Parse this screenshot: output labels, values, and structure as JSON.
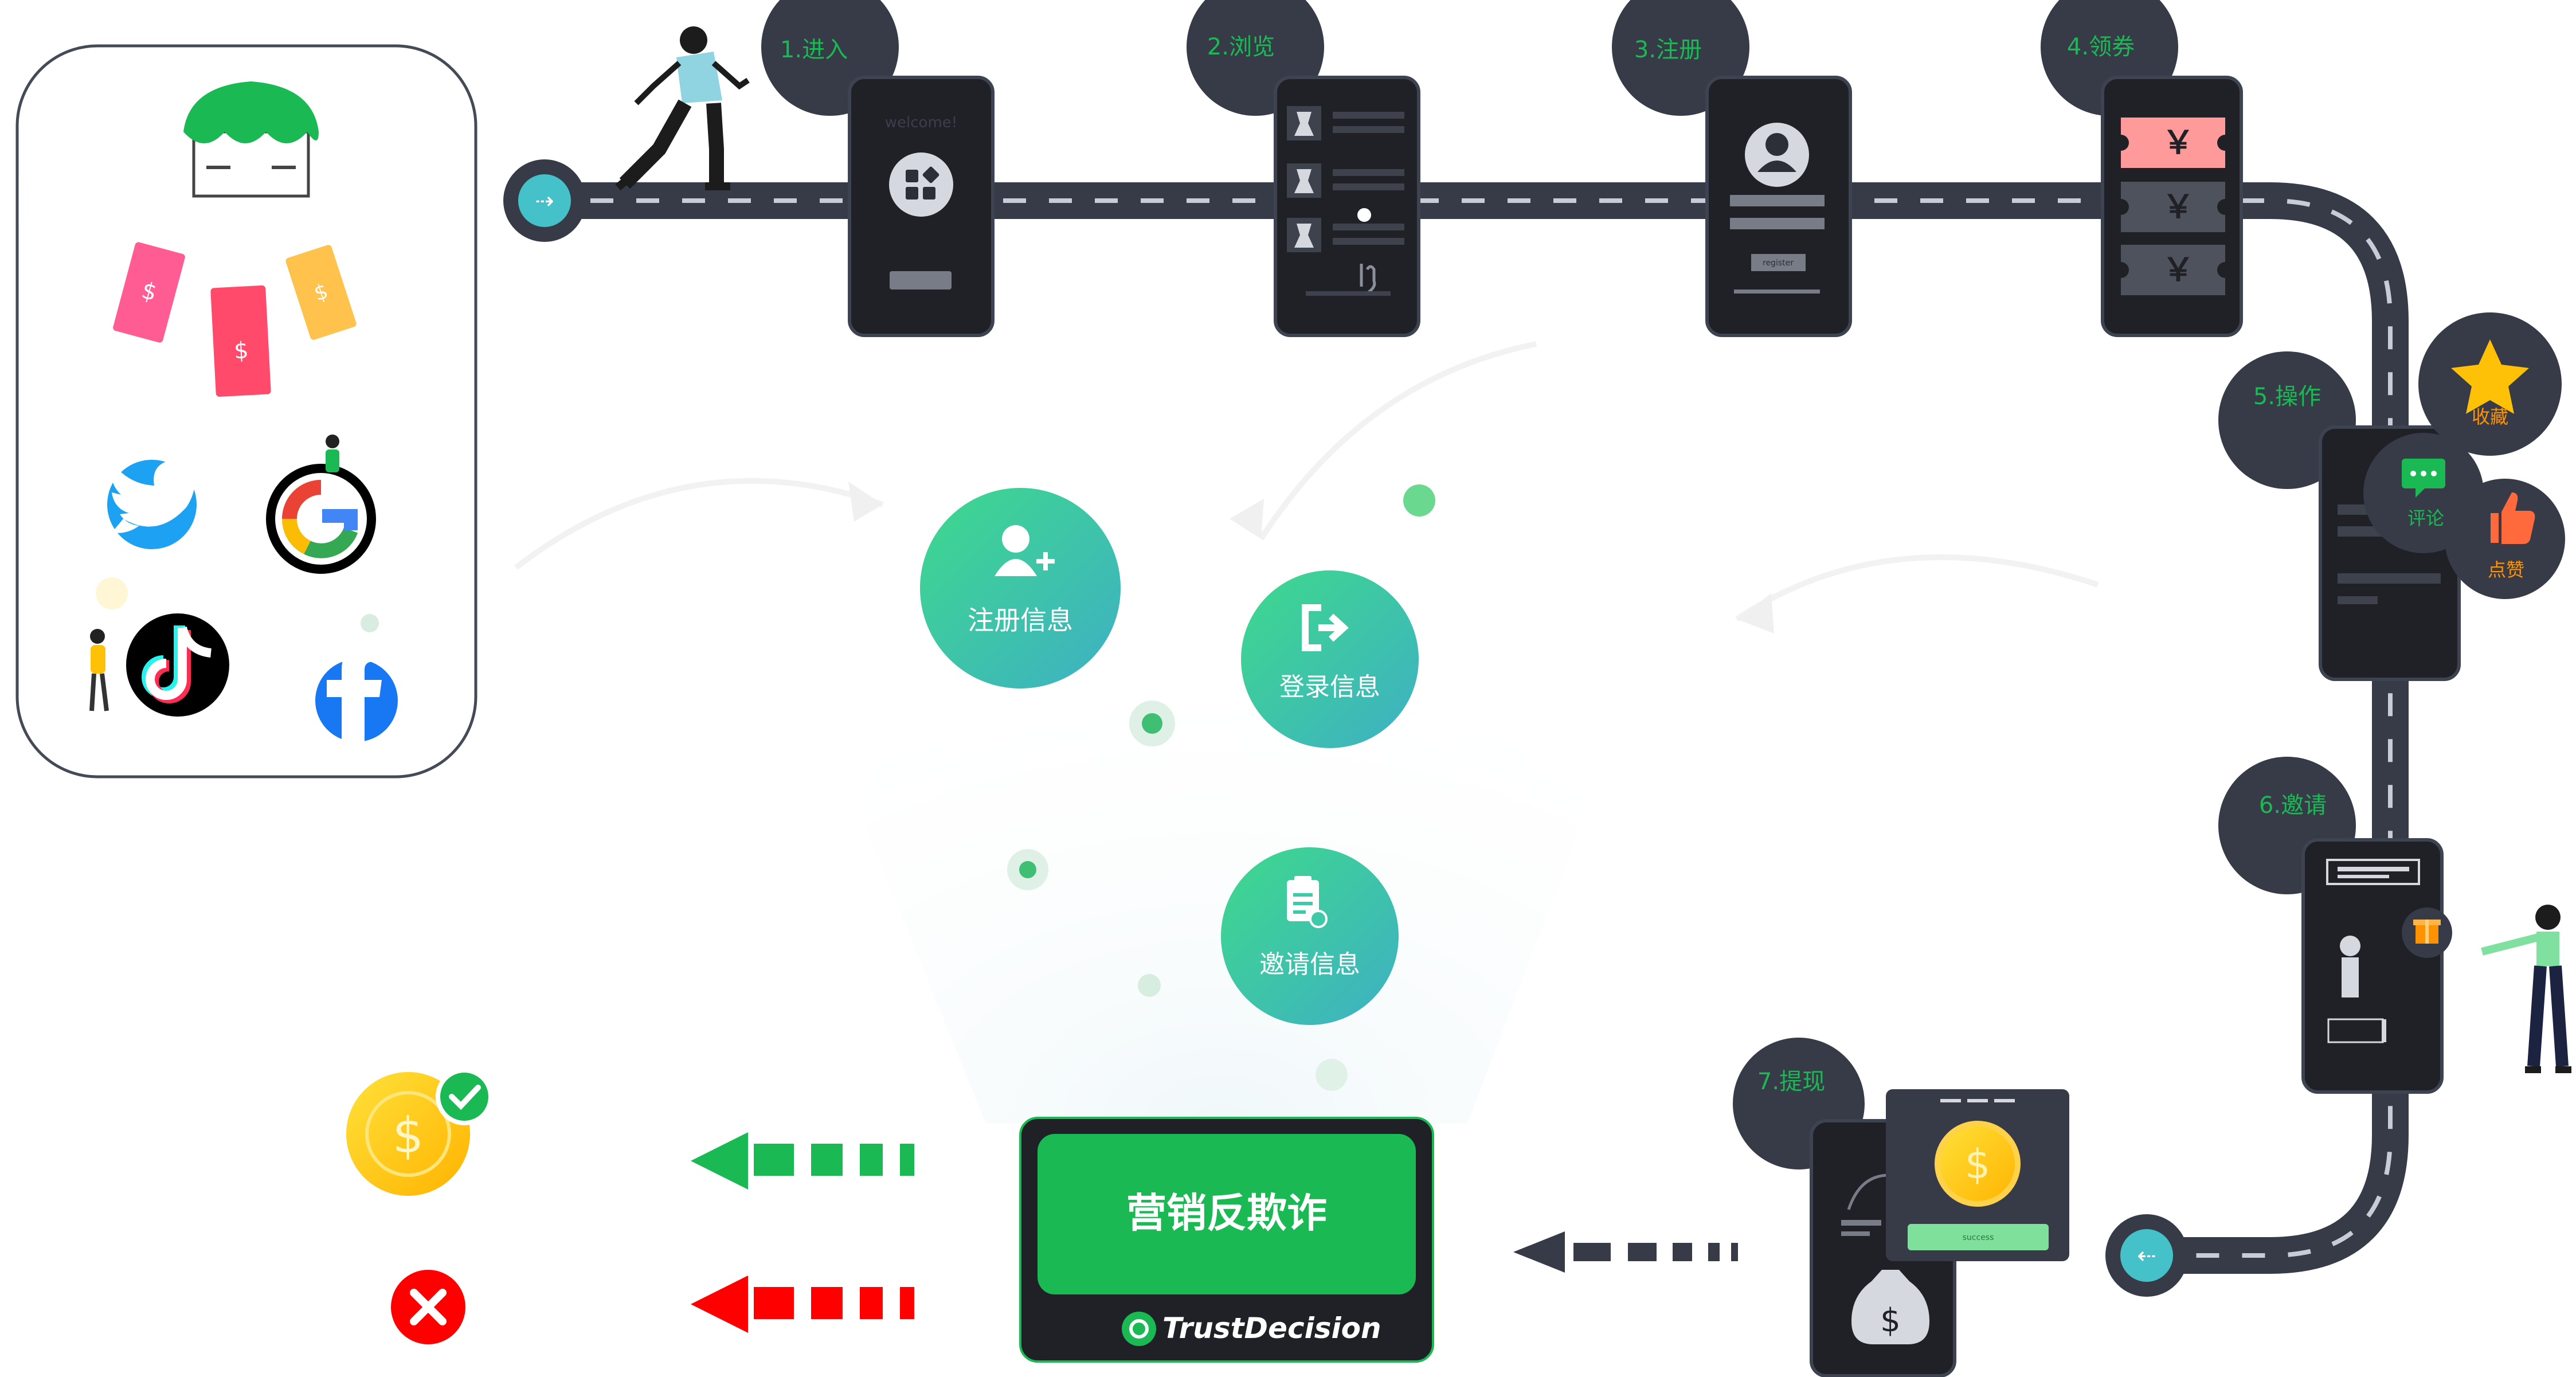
{
  "steps": [
    {
      "label": "1.进入",
      "screen_text": "welcome!"
    },
    {
      "label": "2.浏览"
    },
    {
      "label": "3.注册",
      "screen_text": "register"
    },
    {
      "label": "4.领券",
      "glyph": "￥"
    },
    {
      "label": "5.操作"
    },
    {
      "label": "6.邀请"
    },
    {
      "label": "7.提现",
      "screen_text": "success"
    }
  ],
  "actions": {
    "favorite": "收藏",
    "comment": "评论",
    "like": "点赞"
  },
  "info_circles": {
    "register": "注册信息",
    "login": "登录信息",
    "invite": "邀请信息"
  },
  "engine": {
    "title": "营销反欺诈",
    "brand": "TrustDecision"
  },
  "icons": [
    "shop-icon",
    "coupon-icon",
    "twitter-icon",
    "google-icon",
    "tiktok-icon",
    "facebook-icon",
    "dollar-coin-icon",
    "check-icon",
    "cross-icon",
    "money-bag-icon",
    "gift-icon",
    "star-icon",
    "chat-icon",
    "thumbs-up-icon",
    "user-plus-icon",
    "login-icon",
    "clipboard-check-icon"
  ],
  "colors": {
    "road": "#363b47",
    "step_bubble": "#363b47",
    "step_text": "#1ab954",
    "phone": "#1f2126",
    "green": "#1ab954",
    "red": "#ff0000",
    "teal": "#45c2c9",
    "coin": "#ffc107",
    "action_text": "#ff9200"
  }
}
